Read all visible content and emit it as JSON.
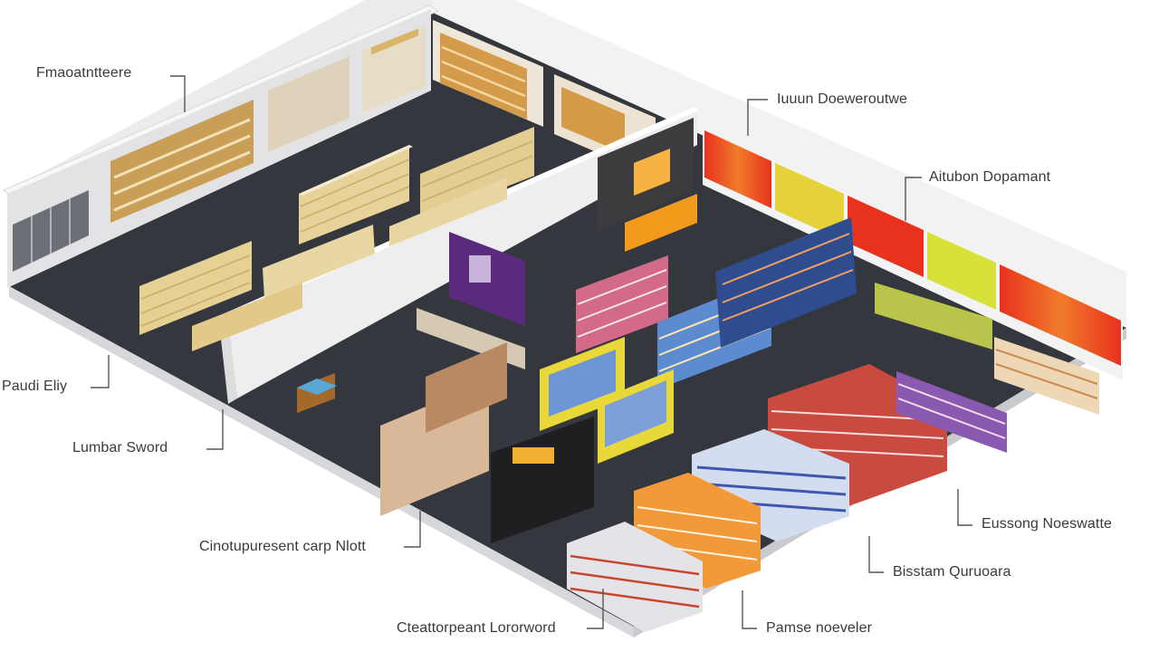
{
  "labels": {
    "top_left": "Fmaoatntteere",
    "top_right_1": "Iuuun Doeweroutwe",
    "top_right_2": "Aitubon Dopamant",
    "left_1": "Paudi Eliy",
    "left_2": "Lumbar Sword",
    "bottom_left": "Cinotupuresent carp Nlott",
    "bottom_center": "Cteattorpeant Lororword",
    "bottom_mid": "Pamse noeveler",
    "right_1": "Bisstam Quruoara",
    "right_2": "Eussong Noeswatte"
  },
  "colors": {
    "floor": "#34373d",
    "wall": "#e9e9eb",
    "wall_top": "#f7f7f8",
    "lumber": "#e2c98a",
    "shelf_red": "#e0473a",
    "shelf_blue": "#3d57b0",
    "accent_orange": "#f29a1c",
    "accent_red": "#e8321e",
    "accent_yellow": "#e5d23a",
    "purple": "#5a2a7c"
  }
}
